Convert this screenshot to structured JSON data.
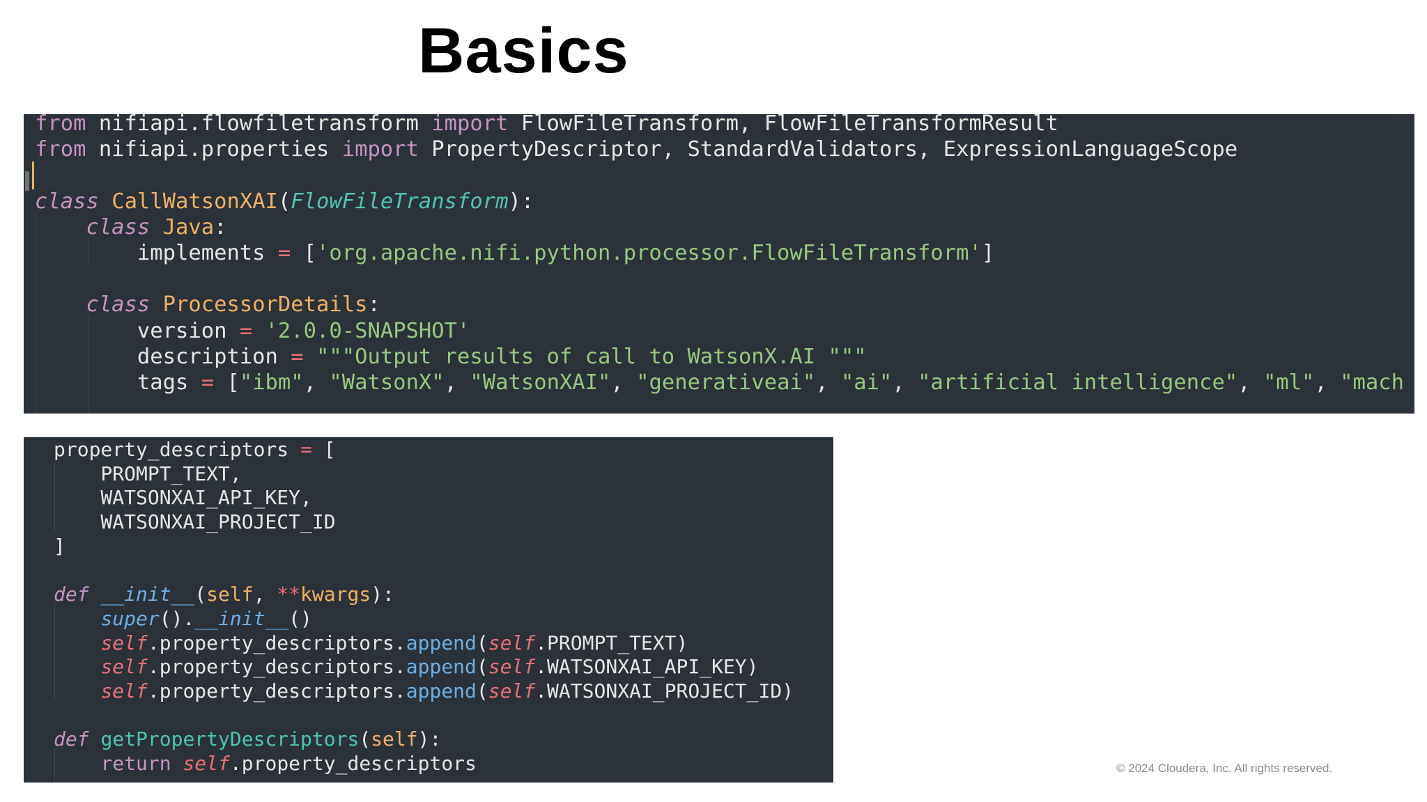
{
  "slide": {
    "title": "Basics",
    "copyright": "© 2024 Cloudera, Inc. All rights reserved."
  },
  "colors": {
    "panel_background": "#2b323a",
    "keyword": "#c792c3",
    "class_name": "#f0b063",
    "string": "#96c97e",
    "operator": "#ee6f77",
    "function": "#6eaee6"
  },
  "code_block_1": {
    "lines": [
      [
        [
          "kw",
          "from"
        ],
        [
          "plain",
          " nifiapi.flowfiletransform "
        ],
        [
          "kw",
          "import"
        ],
        [
          "plain",
          " FlowFileTransform, FlowFileTransformResult"
        ]
      ],
      [
        [
          "kw",
          "from"
        ],
        [
          "plain",
          " nifiapi.properties "
        ],
        [
          "kw",
          "import"
        ],
        [
          "plain",
          " PropertyDescriptor, StandardValidators, ExpressionLanguageScope"
        ]
      ],
      [
        [
          "plain",
          ""
        ]
      ],
      [
        [
          "ikw",
          "class"
        ],
        [
          "plain",
          " "
        ],
        [
          "cls",
          "CallWatsonXAI"
        ],
        [
          "plain",
          "("
        ],
        [
          "base",
          "FlowFileTransform"
        ],
        [
          "plain",
          "):"
        ]
      ],
      [
        [
          "plain",
          "    "
        ],
        [
          "ikw",
          "class"
        ],
        [
          "plain",
          " "
        ],
        [
          "cls",
          "Java"
        ],
        [
          "plain",
          ":"
        ]
      ],
      [
        [
          "plain",
          "        implements "
        ],
        [
          "op",
          "="
        ],
        [
          "plain",
          " ["
        ],
        [
          "str",
          "'org.apache.nifi.python.processor.FlowFileTransform'"
        ],
        [
          "plain",
          "]"
        ]
      ],
      [
        [
          "plain",
          ""
        ]
      ],
      [
        [
          "plain",
          "    "
        ],
        [
          "ikw",
          "class"
        ],
        [
          "plain",
          " "
        ],
        [
          "cls",
          "ProcessorDetails"
        ],
        [
          "plain",
          ":"
        ]
      ],
      [
        [
          "plain",
          "        version "
        ],
        [
          "op",
          "="
        ],
        [
          "plain",
          " "
        ],
        [
          "str",
          "'2.0.0-SNAPSHOT'"
        ]
      ],
      [
        [
          "plain",
          "        description "
        ],
        [
          "op",
          "="
        ],
        [
          "plain",
          " "
        ],
        [
          "str",
          "\"\"\"Output results of call to WatsonX.AI \"\"\""
        ]
      ],
      [
        [
          "plain",
          "        tags "
        ],
        [
          "op",
          "="
        ],
        [
          "plain",
          " ["
        ],
        [
          "str",
          "\"ibm\""
        ],
        [
          "plain",
          ", "
        ],
        [
          "str",
          "\"WatsonX\""
        ],
        [
          "plain",
          ", "
        ],
        [
          "str",
          "\"WatsonXAI\""
        ],
        [
          "plain",
          ", "
        ],
        [
          "str",
          "\"generativeai\""
        ],
        [
          "plain",
          ", "
        ],
        [
          "str",
          "\"ai\""
        ],
        [
          "plain",
          ", "
        ],
        [
          "str",
          "\"artificial intelligence\""
        ],
        [
          "plain",
          ", "
        ],
        [
          "str",
          "\"ml\""
        ],
        [
          "plain",
          ", "
        ],
        [
          "str",
          "\"mach"
        ]
      ]
    ]
  },
  "code_block_2": {
    "lines": [
      [
        [
          "plain",
          "property_descriptors "
        ],
        [
          "op",
          "="
        ],
        [
          "plain",
          " ["
        ]
      ],
      [
        [
          "plain",
          "    PROMPT_TEXT,"
        ]
      ],
      [
        [
          "plain",
          "    WATSONXAI_API_KEY,"
        ]
      ],
      [
        [
          "plain",
          "    WATSONXAI_PROJECT_ID"
        ]
      ],
      [
        [
          "plain",
          "]"
        ]
      ],
      [
        [
          "plain",
          ""
        ]
      ],
      [
        [
          "ikw",
          "def"
        ],
        [
          "plain",
          " "
        ],
        [
          "fnit",
          "__init__"
        ],
        [
          "plain",
          "("
        ],
        [
          "param",
          "self"
        ],
        [
          "plain",
          ", "
        ],
        [
          "op",
          "**"
        ],
        [
          "param",
          "kwargs"
        ],
        [
          "plain",
          "):"
        ]
      ],
      [
        [
          "plain",
          "    "
        ],
        [
          "fnit",
          "super"
        ],
        [
          "plain",
          "()."
        ],
        [
          "fnit",
          "__init__"
        ],
        [
          "plain",
          "()"
        ]
      ],
      [
        [
          "plain",
          "    "
        ],
        [
          "selfkw",
          "self"
        ],
        [
          "plain",
          ".property_descriptors."
        ],
        [
          "fn",
          "append"
        ],
        [
          "plain",
          "("
        ],
        [
          "selfkw",
          "self"
        ],
        [
          "plain",
          ".PROMPT_TEXT)"
        ]
      ],
      [
        [
          "plain",
          "    "
        ],
        [
          "selfkw",
          "self"
        ],
        [
          "plain",
          ".property_descriptors."
        ],
        [
          "fn",
          "append"
        ],
        [
          "plain",
          "("
        ],
        [
          "selfkw",
          "self"
        ],
        [
          "plain",
          ".WATSONXAI_API_KEY)"
        ]
      ],
      [
        [
          "plain",
          "    "
        ],
        [
          "selfkw",
          "self"
        ],
        [
          "plain",
          ".property_descriptors."
        ],
        [
          "fn",
          "append"
        ],
        [
          "plain",
          "("
        ],
        [
          "selfkw",
          "self"
        ],
        [
          "plain",
          ".WATSONXAI_PROJECT_ID)"
        ]
      ],
      [
        [
          "plain",
          ""
        ]
      ],
      [
        [
          "ikw",
          "def"
        ],
        [
          "plain",
          " "
        ],
        [
          "fn2",
          "getPropertyDescriptors"
        ],
        [
          "plain",
          "("
        ],
        [
          "param",
          "self"
        ],
        [
          "plain",
          "):"
        ]
      ],
      [
        [
          "plain",
          "    "
        ],
        [
          "kw",
          "return"
        ],
        [
          "plain",
          " "
        ],
        [
          "selfkw",
          "self"
        ],
        [
          "plain",
          ".property_descriptors"
        ]
      ]
    ]
  }
}
